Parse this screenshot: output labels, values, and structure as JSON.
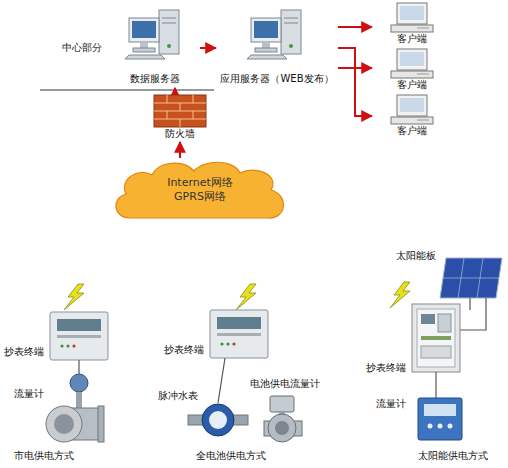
{
  "diagram": {
    "nodes": [
      {
        "text": [
          "数据服务器"
        ]
      },
      {
        "text": [
          "应用服务器（WEB发布）"
        ]
      },
      {
        "text": [
          "客户端"
        ]
      },
      {
        "text": [
          "客户端"
        ]
      },
      {
        "text": [
          "客户端"
        ]
      },
      {
        "text": [
          "防火墙"
        ]
      },
      {
        "text": [
          "Internet网络",
          "GPRS网络"
        ]
      }
    ],
    "edges": [
      {
        "from": 5,
        "to": 0,
        "arrow": "to"
      },
      {
        "from": 0,
        "to": 1,
        "arrow": "to"
      },
      {
        "from": 1,
        "to": 2,
        "arrow": "to"
      },
      {
        "from": 1,
        "to": 3,
        "arrow": "to"
      },
      {
        "from": 1,
        "to": 4,
        "arrow": "to"
      },
      {
        "from": 6,
        "to": 5,
        "arrow": "to"
      }
    ],
    "labels": [
      "中心部分",
      "太阳能板",
      "抄表终端",
      "流量计",
      "市电供电方式",
      "抄表终端",
      "脉冲水表",
      "电池供电流量计",
      "全电池供电方式",
      "抄表终端",
      "流量计",
      "太阳能供电方式"
    ]
  }
}
